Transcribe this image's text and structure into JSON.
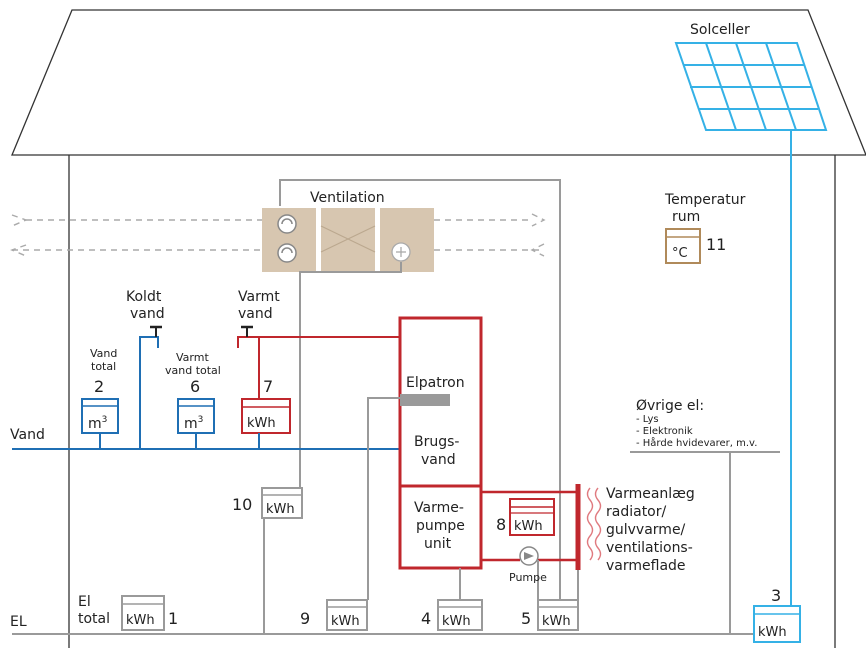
{
  "colors": {
    "water": "#1f6fb4",
    "hot": "#c0272d",
    "grey": "#9a9a9a",
    "solar": "#35b1e6",
    "vent": "#d7c6b0",
    "dark": "#222222"
  },
  "solar": {
    "label": "Solceller"
  },
  "ventilation": {
    "label": "Ventilation"
  },
  "temperature": {
    "label_line1": "Temperatur",
    "label_line2": "rum",
    "unit": "°C",
    "number": "11"
  },
  "cold_water": {
    "line1": "Koldt",
    "line2": "vand"
  },
  "hot_water": {
    "line1": "Varmt",
    "line2": "vand"
  },
  "water_line_label": "Vand",
  "el_line_label": "EL",
  "meters": {
    "m2": {
      "caption1": "Vand",
      "caption2": "total",
      "number": "2",
      "unit_base": "m",
      "unit_sup": "3"
    },
    "m6": {
      "caption1": "Varmt",
      "caption2": "vand total",
      "number": "6",
      "unit_base": "m",
      "unit_sup": "3"
    },
    "m7": {
      "number": "7",
      "unit": "kWh"
    },
    "m10": {
      "number": "10",
      "unit": "kWh"
    },
    "m8": {
      "number": "8",
      "unit": "kWh"
    },
    "m1": {
      "caption1": "El",
      "caption2": "total",
      "number": "1",
      "unit": "kWh"
    },
    "m9": {
      "number": "9",
      "unit": "kWh"
    },
    "m4": {
      "number": "4",
      "unit": "kWh"
    },
    "m5": {
      "number": "5",
      "unit": "kWh"
    },
    "m3": {
      "number": "3",
      "unit": "kWh"
    }
  },
  "tank": {
    "elpatron": "Elpatron",
    "brugsvand_line1": "Brugs-",
    "brugsvand_line2": "vand",
    "unit_line1": "Varme-",
    "unit_line2": "pumpe",
    "unit_line3": "unit"
  },
  "pump": {
    "label": "Pumpe"
  },
  "heating": {
    "line1": "Varmeanlæg",
    "line2": "radiator/",
    "line3": "gulvvarme/",
    "line4": "ventilations-",
    "line5": "varmeflade"
  },
  "other_el": {
    "title": "Øvrige el:",
    "items": [
      "- Lys",
      "- Elektronik",
      "- Hårde hvidevarer, m.v."
    ]
  }
}
